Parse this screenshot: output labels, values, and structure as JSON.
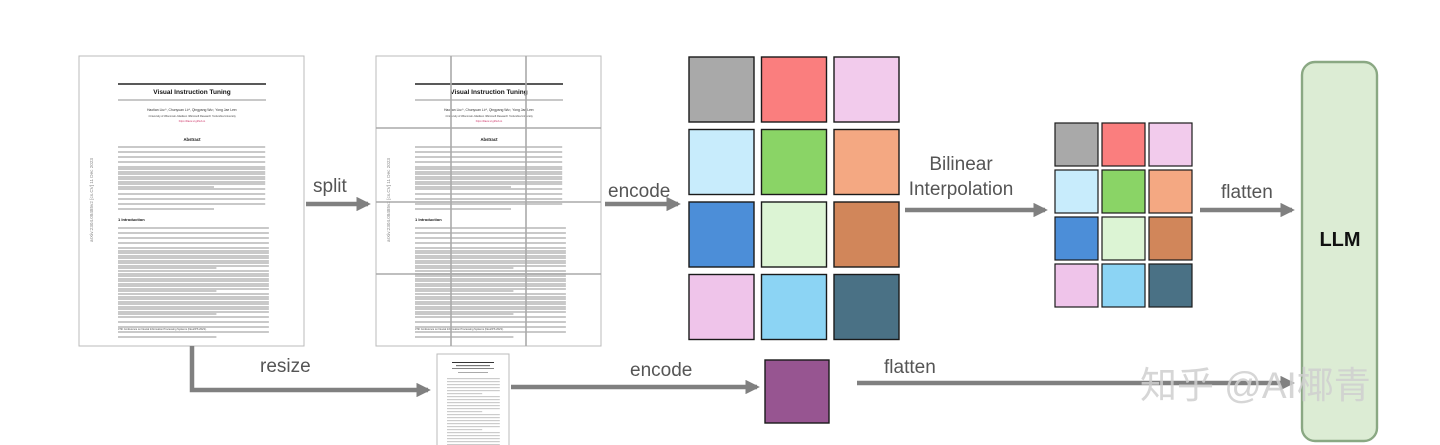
{
  "labels": {
    "split": "split",
    "resize": "resize",
    "encode_top": "encode",
    "encode_bottom": "encode",
    "bilinear_line1": "Bilinear",
    "bilinear_line2": "Interpolation",
    "flatten_top": "flatten",
    "flatten_bottom": "flatten",
    "llm": "LLM",
    "watermark": "知乎 @AI椰青"
  },
  "document": {
    "title": "Visual Instruction Tuning",
    "authors": "Haotian Liu¹*, Chunyuan Li²*, Qingyang Wu³, Yong Jae Lee¹",
    "affiliations": "¹University of Wisconsin–Madison   ²Microsoft Research   ³Columbia University",
    "url": "https://llava-vl.github.io",
    "abstract_heading": "Abstract",
    "intro_heading": "1   Introduction",
    "arxiv_stamp": "arXiv:2304.08485v2  [cs.CV]  11 Dec 2023",
    "footer": "37th Conference on Neural Information Processing Systems (NeurIPS 2023)."
  },
  "colors": {
    "arrow": "#808080",
    "llm_fill": "#dcecd4",
    "llm_stroke": "#8aa883",
    "patch_stroke": "#1a1a1a",
    "grid_3x4": [
      "#a9a9a9",
      "#fa7e7e",
      "#f2cbec",
      "#c8ecfc",
      "#8ad466",
      "#f4a882",
      "#4c8ed8",
      "#dcf4d4",
      "#d1865a",
      "#efc4ea",
      "#8cd4f4",
      "#4a7185"
    ],
    "global_token": "#975591"
  }
}
